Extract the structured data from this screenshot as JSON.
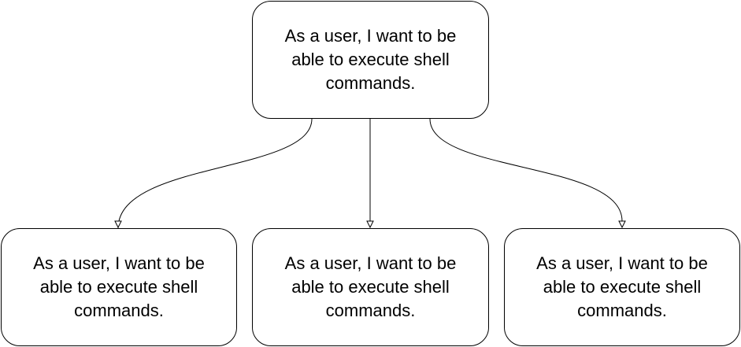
{
  "diagram": {
    "root": {
      "lines": [
        "As a user, I want to be",
        "able to execute shell",
        "commands."
      ]
    },
    "children": [
      {
        "lines": [
          "As a user, I want to be",
          "able to execute shell",
          "commands."
        ]
      },
      {
        "lines": [
          "As a user, I want to be",
          "able to execute shell",
          "commands."
        ]
      },
      {
        "lines": [
          "As a user, I want to be",
          "able to execute shell",
          "commands."
        ]
      }
    ],
    "colors": {
      "stroke": "#000000",
      "background": "#ffffff"
    }
  }
}
